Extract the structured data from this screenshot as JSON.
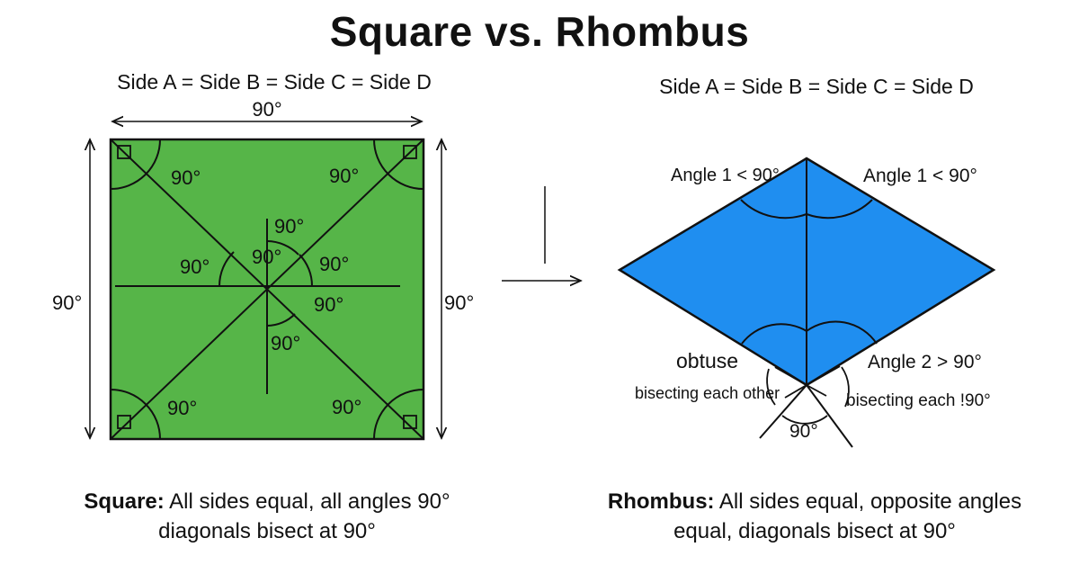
{
  "title": "Square vs. Rhombus",
  "square": {
    "sides_label": "Side A = Side B = Side C = Side D",
    "top_arrow_label": "90°",
    "left_arrow_label": "90°",
    "right_arrow_label": "90°",
    "corner_angles": [
      "90°",
      "90°",
      "90°",
      "90°"
    ],
    "center_angles": [
      "90°",
      "90°",
      "90°",
      "90°",
      "90°",
      "90°"
    ],
    "fill_color": "#56b548",
    "caption_bold": "Square:",
    "caption_line1": " All sides equal, all angles 90°",
    "caption_line2": "diagonals bisect at 90°"
  },
  "rhombus": {
    "sides_label": "Side A = Side B = Side C = Side D",
    "angle1_left": "Angle 1 < 90°",
    "angle1_right": "Angle 1 < 90°",
    "angle2": "Angle 2 > 90°",
    "obtuse_label": "obtuse",
    "bisect_left": "bisecting each other",
    "bisect_right": "bisecting each !90°",
    "bottom_angle": "90°",
    "fill_color": "#1f8ef0",
    "caption_bold": "Rhombus:",
    "caption_line1": " All sides equal, opposite angles",
    "caption_line2": "equal, diagonals bisect at 90°"
  }
}
